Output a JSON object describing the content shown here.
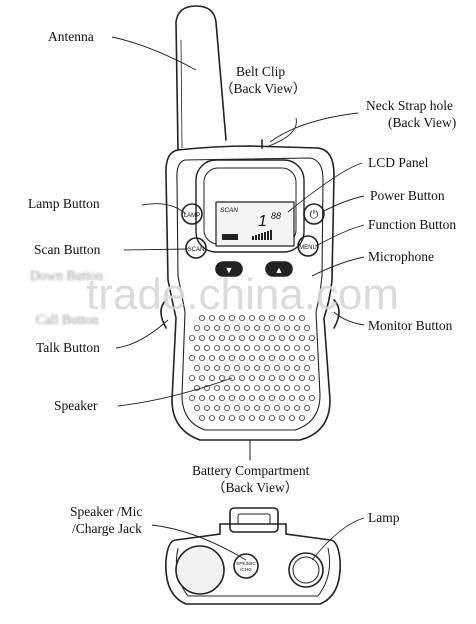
{
  "labels": {
    "antenna": "Antenna",
    "belt_clip_1": "Belt Clip",
    "belt_clip_2": "（Back View）",
    "neck_strap_1": "Neck Strap hole",
    "neck_strap_2": "(Back View)",
    "lcd_panel": "LCD Panel",
    "lamp_button": "Lamp Button",
    "power_button": "Power Button",
    "function_button": "Function Button",
    "scan_button": "Scan Button",
    "microphone": "Microphone",
    "down_button_obscured": "Down Button",
    "call_button_obscured": "Call Button",
    "monitor_button": "Monitor Button",
    "talk_button": "Talk Button",
    "speaker": "Speaker",
    "battery_1": "Battery Compartment",
    "battery_2": "（Back View）",
    "speaker_mic_1": "Speaker /Mic",
    "speaker_mic_2": "/Charge Jack",
    "lamp": "Lamp"
  },
  "device": {
    "btn_lamp": "LAMP",
    "btn_scan": "SCAN",
    "btn_menu": "MENU",
    "lcd_scan": "SCAN",
    "lcd_digit": "1",
    "lcd_digits_right": "88",
    "jack_label_1": "SPK/MIC",
    "jack_label_2": "/CHG"
  },
  "watermark": "trade.china.com"
}
